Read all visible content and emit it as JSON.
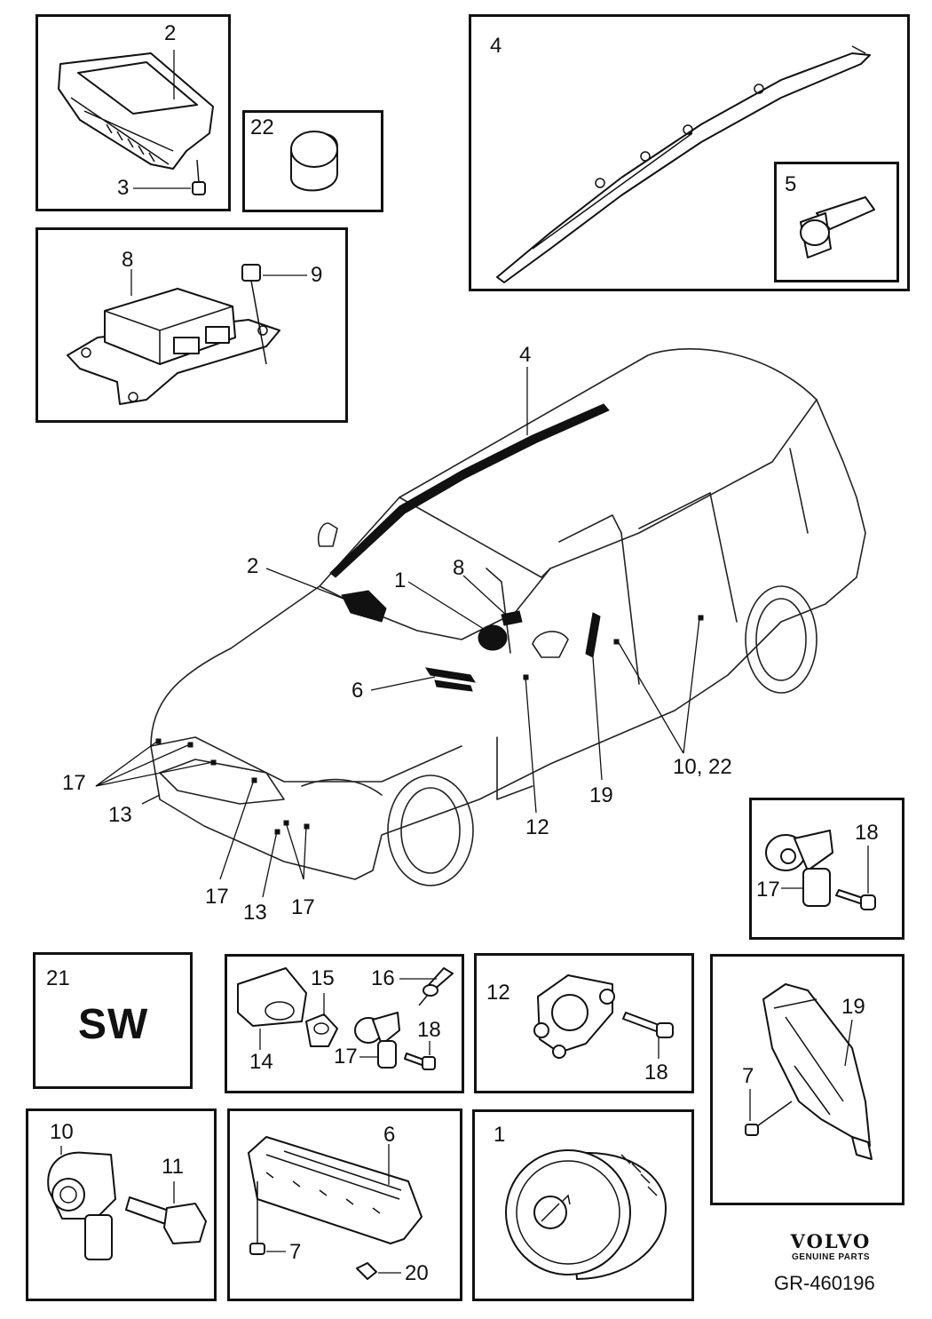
{
  "labels": {
    "b2_2": "2",
    "b2_3": "3",
    "b22_22": "22",
    "b4_4": "4",
    "b4_5": "5",
    "b8_8": "8",
    "b8_9": "9",
    "car_4": "4",
    "car_2": "2",
    "car_1": "1",
    "car_8": "8",
    "car_6": "6",
    "car_17a": "17",
    "car_13a": "13",
    "car_17b": "17",
    "car_13b": "13",
    "car_17c": "17",
    "car_12": "12",
    "car_19": "19",
    "car_10_22": "10, 22",
    "b18_18": "18",
    "b18_17": "17",
    "b21_21": "21",
    "b21_sw": "SW",
    "b14_15": "15",
    "b14_16": "16",
    "b14_18": "18",
    "b14_17": "17",
    "b14_14": "14",
    "b12_12": "12",
    "b12_18": "18",
    "b19_19": "19",
    "b19_7": "7",
    "b10_10": "10",
    "b10_11": "11",
    "b6_6": "6",
    "b6_7": "7",
    "b6_20": "20",
    "b1_1": "1"
  },
  "brand": {
    "name": "VOLVO",
    "tagline": "GENUINE PARTS",
    "reference": "GR-460196"
  },
  "icons": [
    "passenger-airbag-icon",
    "screw-icon",
    "cap-icon",
    "curtain-airbag-icon",
    "flange-bolt-icon",
    "control-module-icon",
    "car-outline-icon",
    "sensor-icon",
    "software-icon",
    "bracket-icon",
    "nut-icon",
    "rivet-icon",
    "knee-airbag-icon",
    "seat-airbag-icon",
    "steering-wheel-airbag-icon",
    "clip-icon"
  ]
}
